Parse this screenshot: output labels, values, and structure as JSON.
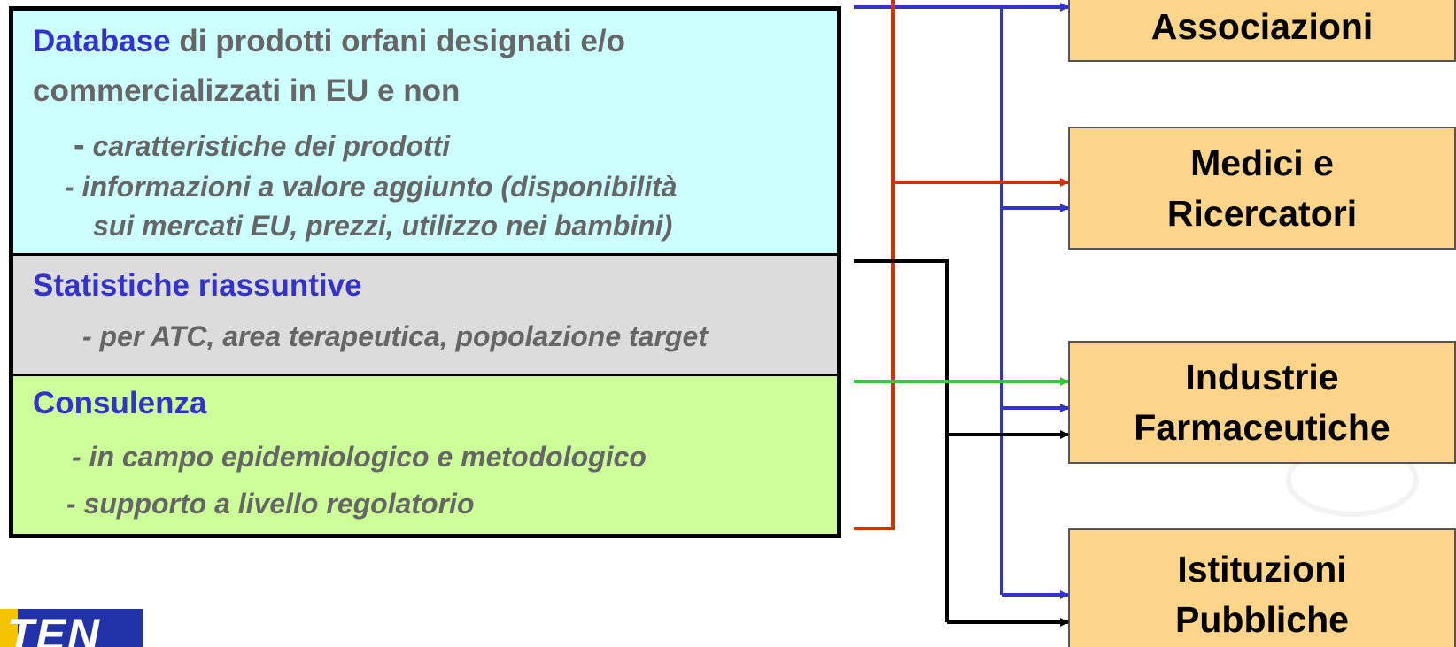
{
  "left_panel": {
    "database": {
      "keyword": "Database",
      "title_rest_line1": " di prodotti orfani designati e/o",
      "title_line2": "commercializzati in EU e non",
      "items": [
        {
          "dash": "-",
          "text": "caratteristiche dei prodotti"
        },
        {
          "dash": "-",
          "text": "informazioni a valore aggiunto (disponibilità"
        },
        {
          "dash": "",
          "text": "sui mercati EU, prezzi, utilizzo nei bambini)"
        }
      ]
    },
    "statistics": {
      "title": "Statistiche riassuntive",
      "items": [
        {
          "text": "- per ATC, area terapeutica, popolazione target"
        }
      ]
    },
    "consulting": {
      "title": "Consulenza",
      "items": [
        {
          "text": "- in campo epidemiologico e metodologico"
        },
        {
          "text": "- supporto a livello regolatorio"
        }
      ]
    }
  },
  "targets": [
    {
      "line1": "Associazioni",
      "line2": ""
    },
    {
      "line1": "Medici e",
      "line2": "Ricercatori"
    },
    {
      "line1": "Industrie",
      "line2": "Farmaceutiche"
    },
    {
      "line1": "Istituzioni",
      "line2": "Pubbliche"
    }
  ],
  "logo": {
    "text": "TEN"
  },
  "colors": {
    "database_bg": "#ccffff",
    "statistics_bg": "#dcdcdc",
    "consulting_bg": "#ccff99",
    "heading_blue": "#3333cc",
    "text_gray": "#666666",
    "target_bg": "#fdd58a",
    "arrow_blue": "#3333cc",
    "arrow_red": "#cc3300",
    "arrow_green": "#33cc33",
    "arrow_black": "#000000"
  }
}
